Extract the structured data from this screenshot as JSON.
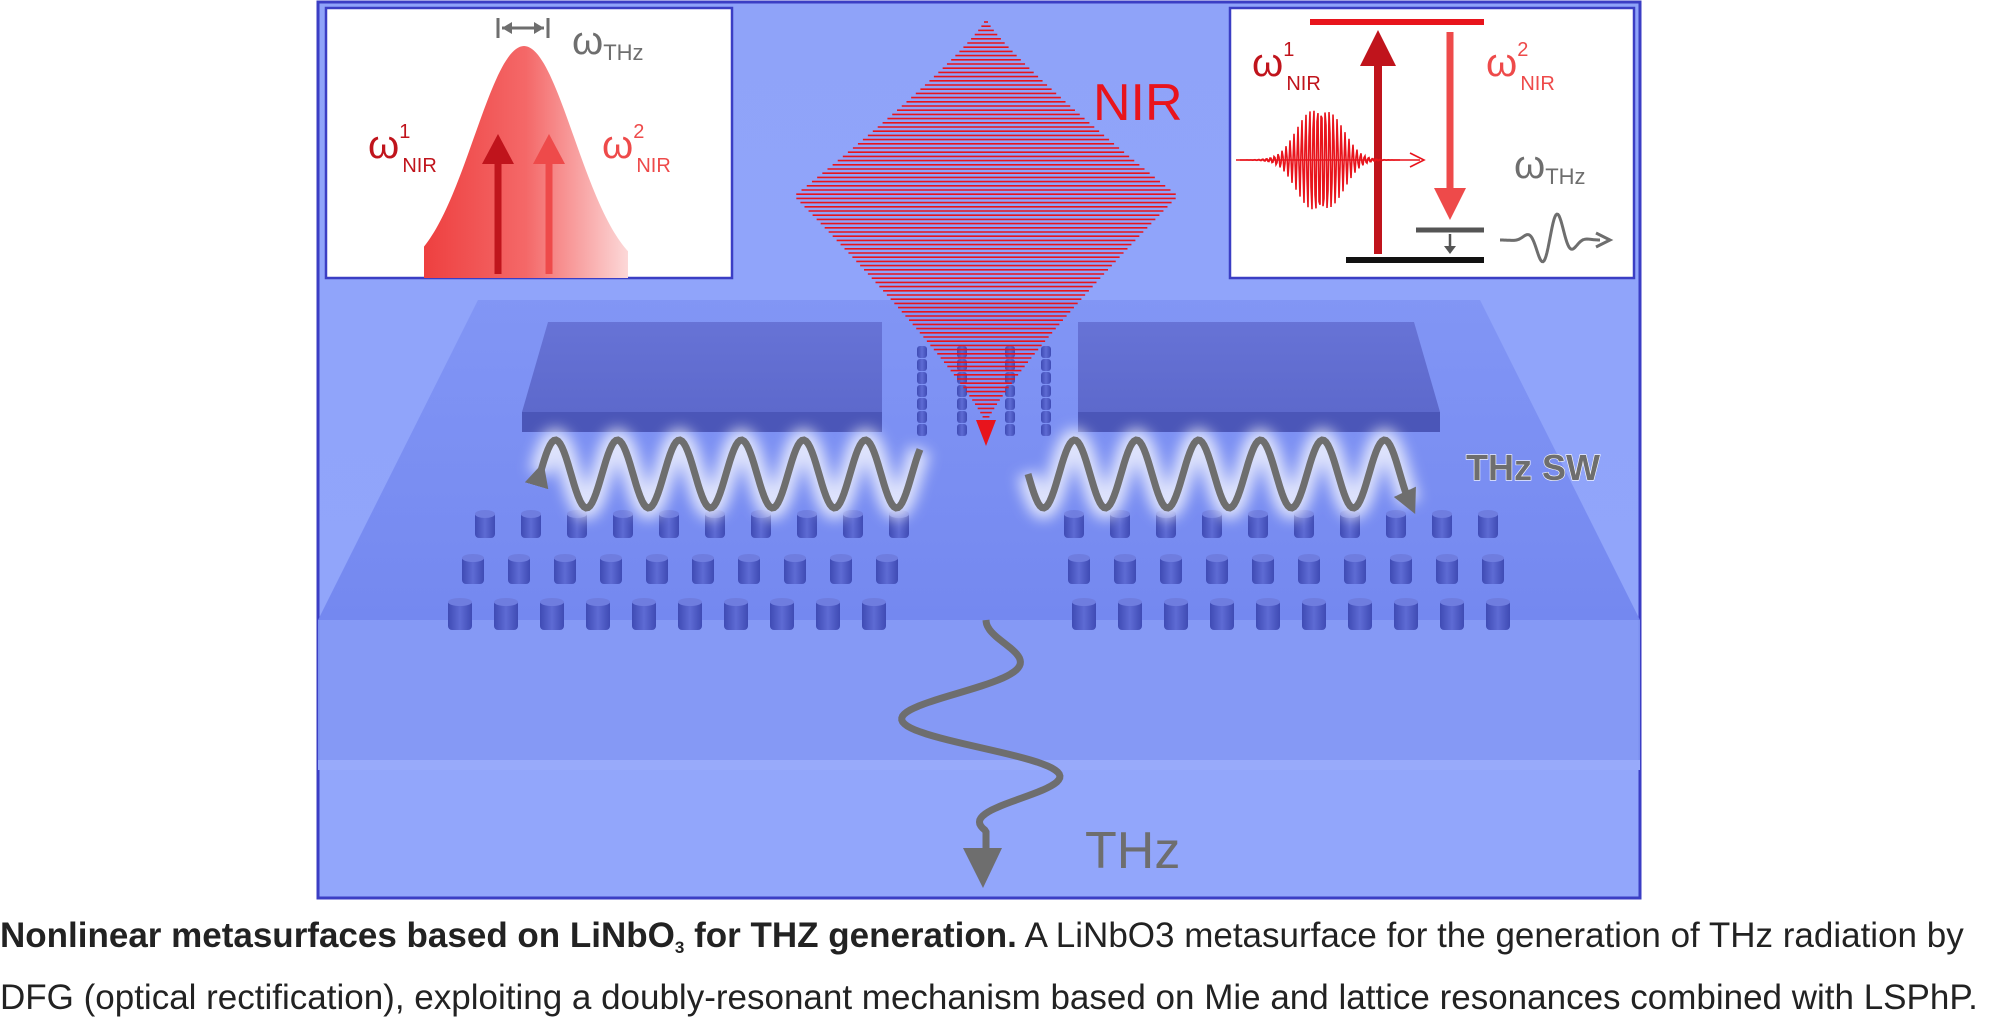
{
  "caption": {
    "bold_pre": "Nonlinear metasurfaces based on LiNbO",
    "bold_sub": "3",
    "bold_post": " for THZ generation.",
    "text": " A LiNbO3 metasurface for the generation of THz radiation by DFG (optical rectification), exploiting a doubly-resonant mechanism based on Mie and lattice resonances combined with LSPhP."
  },
  "labels": {
    "nir": "NIR",
    "thz": "THz",
    "thz_sw": "THz SW",
    "omega": "ω",
    "sub_nir": "NIR",
    "sub_thz": "THz",
    "sup_1": "1",
    "sup_2": "2"
  },
  "colors": {
    "background": "#8ea2f8",
    "frame": "#3b3ec4",
    "nir_dark": "#c0141c",
    "nir_light": "#ee4a4a",
    "gray": "#6e6e6e"
  }
}
